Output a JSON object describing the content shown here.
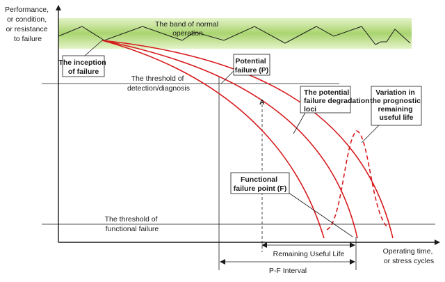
{
  "axes": {
    "y_label": [
      "Performance,",
      "or condition,",
      "or resistance",
      "to failure"
    ],
    "x_label": [
      "Operating time,",
      "or stress cycles"
    ]
  },
  "band": {
    "label": [
      "The band of normal",
      "operation"
    ],
    "color_top": "#c9e59a",
    "color_mid": "#a3d16b"
  },
  "thresholds": {
    "detection": [
      "The threshold of",
      "detection/diagnosis"
    ],
    "functional": [
      "The threshold of",
      "functional failure"
    ]
  },
  "callouts": {
    "inception": [
      "The inception",
      "of failure"
    ],
    "potential_failure": [
      "Potential",
      "failure (P)"
    ],
    "degradation": [
      "The potential",
      "failure degradation",
      "loci"
    ],
    "variation": [
      "Variation in",
      "the prognostic",
      "remaining",
      "useful life"
    ],
    "functional_failure": [
      "Functional",
      "failure point (F)"
    ]
  },
  "marker_a": "A",
  "intervals": {
    "rul": "Remaining Useful Life",
    "pf": "P-F Interval"
  },
  "colors": {
    "curve": "#d7191c",
    "ink": "#1a1a1a"
  }
}
